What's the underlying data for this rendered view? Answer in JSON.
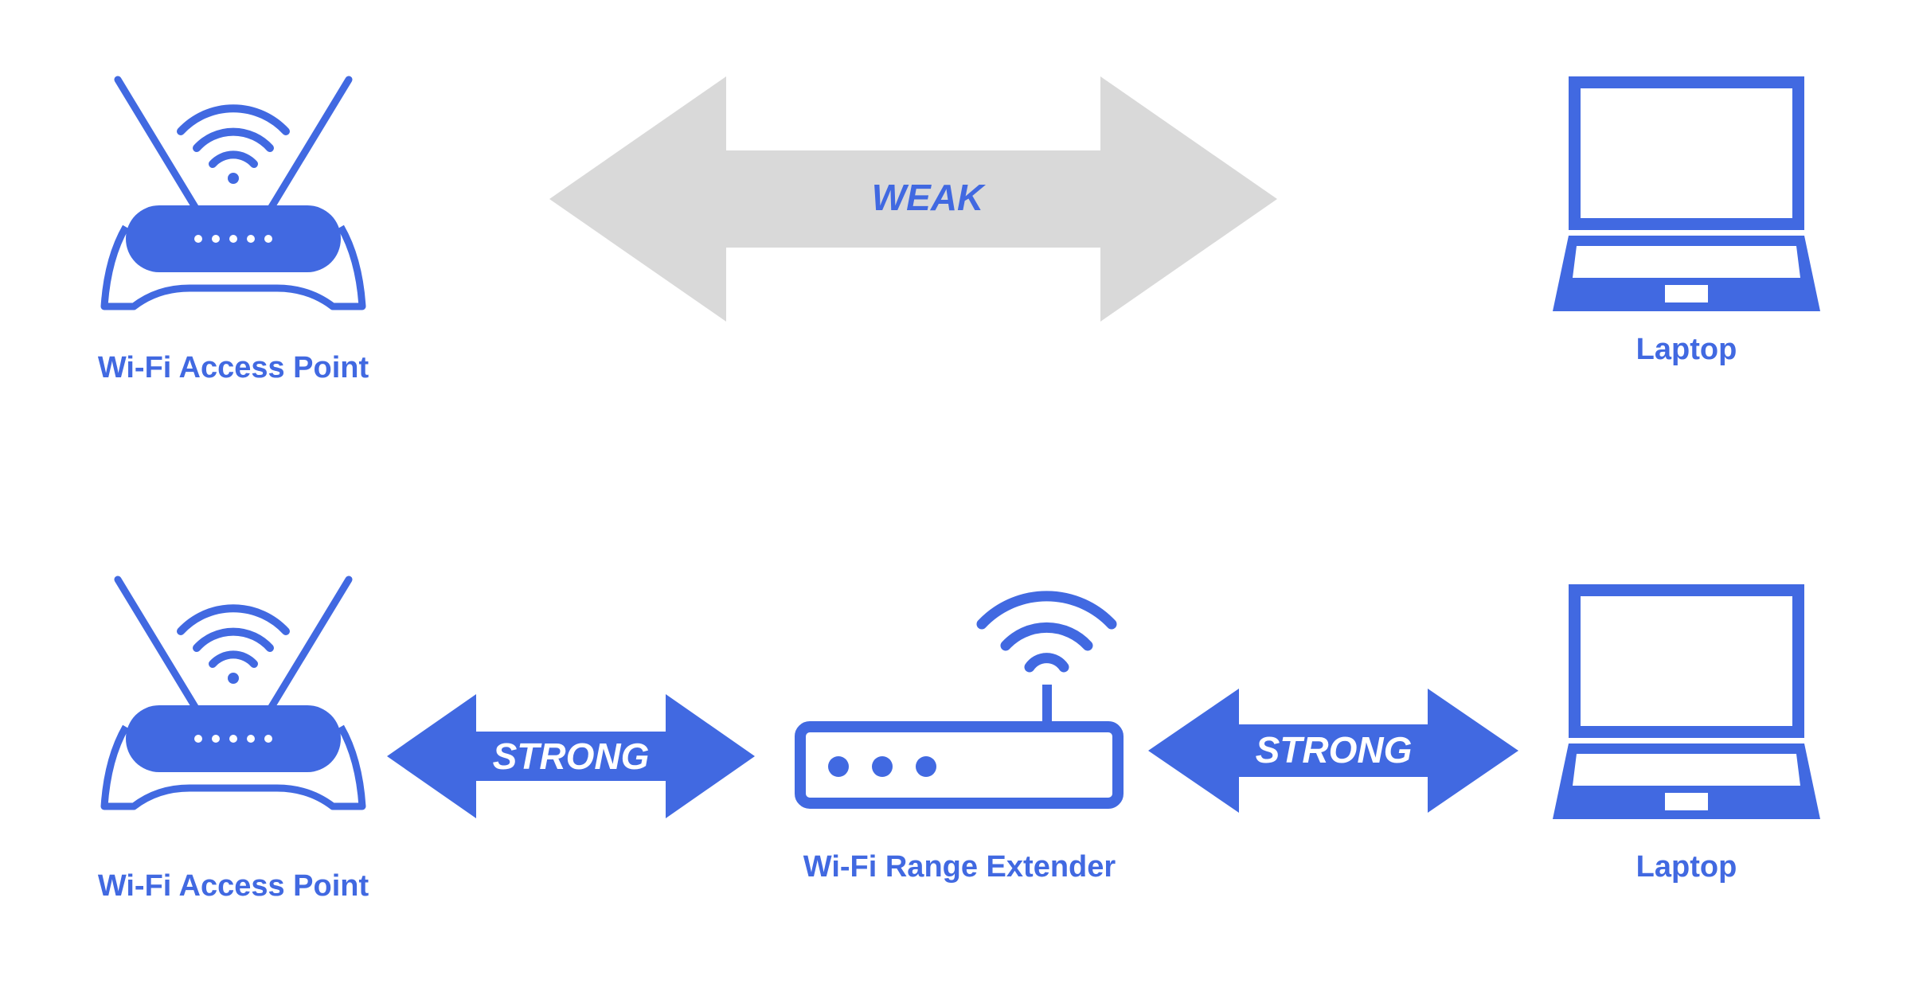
{
  "colors": {
    "accent": "#4169e1",
    "weak_arrow": "#d9d9d9",
    "background": "#ffffff",
    "strong_text": "#ffffff"
  },
  "top_row": {
    "access_point": {
      "icon": "wifi-router-icon",
      "label": "Wi-Fi Access Point"
    },
    "link": {
      "label": "WEAK"
    },
    "laptop": {
      "icon": "laptop-icon",
      "label": "Laptop"
    }
  },
  "bottom_row": {
    "access_point": {
      "icon": "wifi-router-icon",
      "label": "Wi-Fi Access Point"
    },
    "link_left": {
      "label": "STRONG"
    },
    "extender": {
      "icon": "wifi-range-extender-icon",
      "label": "Wi-Fi Range Extender"
    },
    "link_right": {
      "label": "STRONG"
    },
    "laptop": {
      "icon": "laptop-icon",
      "label": "Laptop"
    }
  }
}
